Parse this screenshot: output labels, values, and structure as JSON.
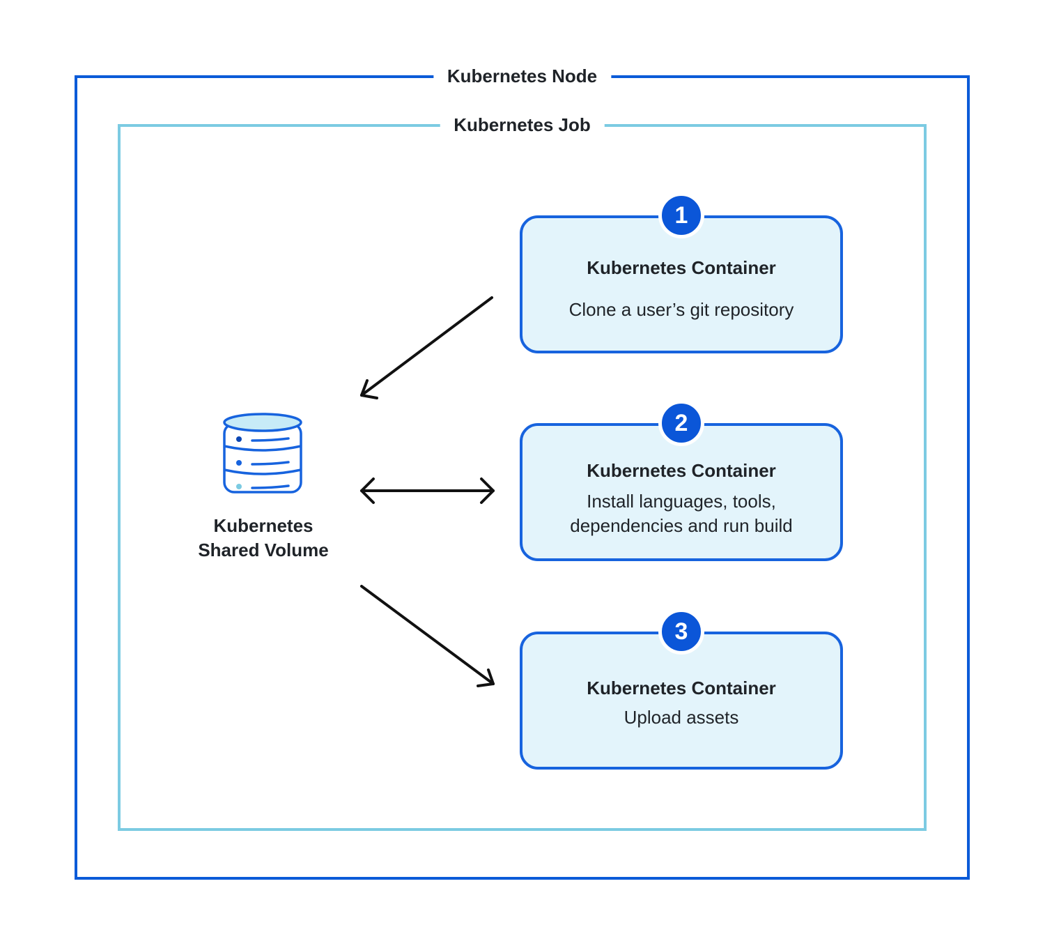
{
  "node": {
    "title": "Kubernetes Node"
  },
  "job": {
    "title": "Kubernetes Job"
  },
  "volume": {
    "label": "Kubernetes\nShared Volume",
    "icon": "database-icon"
  },
  "containers": [
    {
      "step": "1",
      "title": "Kubernetes Container",
      "description": "Clone a user’s git repository"
    },
    {
      "step": "2",
      "title": "Kubernetes Container",
      "description": "Install languages, tools,\ndependencies and run build"
    },
    {
      "step": "3",
      "title": "Kubernetes Container",
      "description": "Upload assets"
    }
  ],
  "colors": {
    "node_border": "#0b5bd8",
    "job_border": "#7ccbe2",
    "card_border": "#1763de",
    "card_fill": "#e3f4fb",
    "badge_fill": "#0b56d8",
    "arrow": "#111111"
  }
}
